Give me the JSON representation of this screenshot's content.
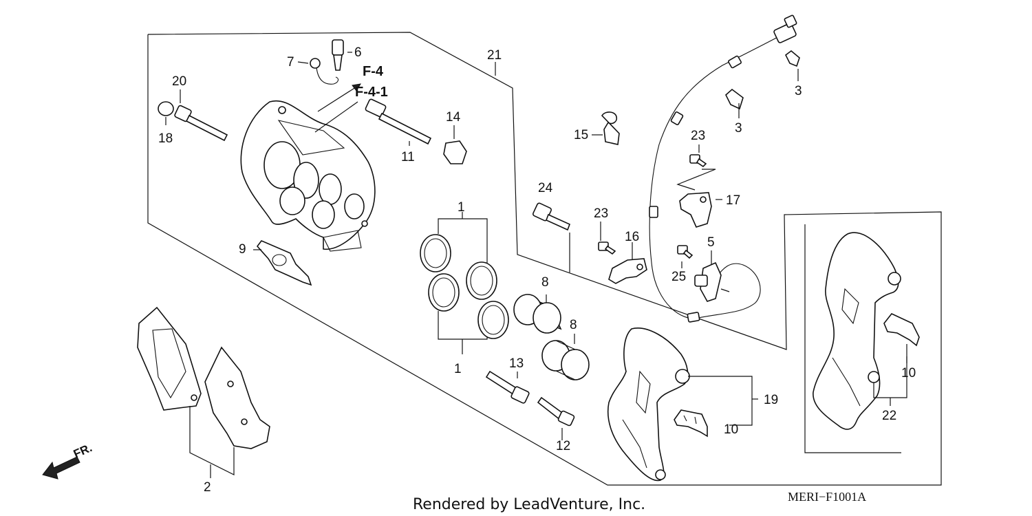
{
  "callouts": {
    "c1a": "1",
    "c1b": "1",
    "c2": "2",
    "c3a": "3",
    "c3b": "3",
    "c5": "5",
    "c6": "6",
    "c7": "7",
    "c8a": "8",
    "c8b": "8",
    "c9": "9",
    "c10a": "10",
    "c10b": "10",
    "c11": "11",
    "c12": "12",
    "c13": "13",
    "c14": "14",
    "c15": "15",
    "c16": "16",
    "c17": "17",
    "c18": "18",
    "c19": "19",
    "c20": "20",
    "c21": "21",
    "c22": "22",
    "c23a": "23",
    "c23b": "23",
    "c24": "24",
    "c25": "25"
  },
  "references": {
    "ref1": "F-4",
    "ref2": "F-4-1"
  },
  "direction_label": "FR.",
  "footer": {
    "credit": "Rendered by LeadVenture, Inc.",
    "diagram_code": "MERI−F1001A"
  }
}
